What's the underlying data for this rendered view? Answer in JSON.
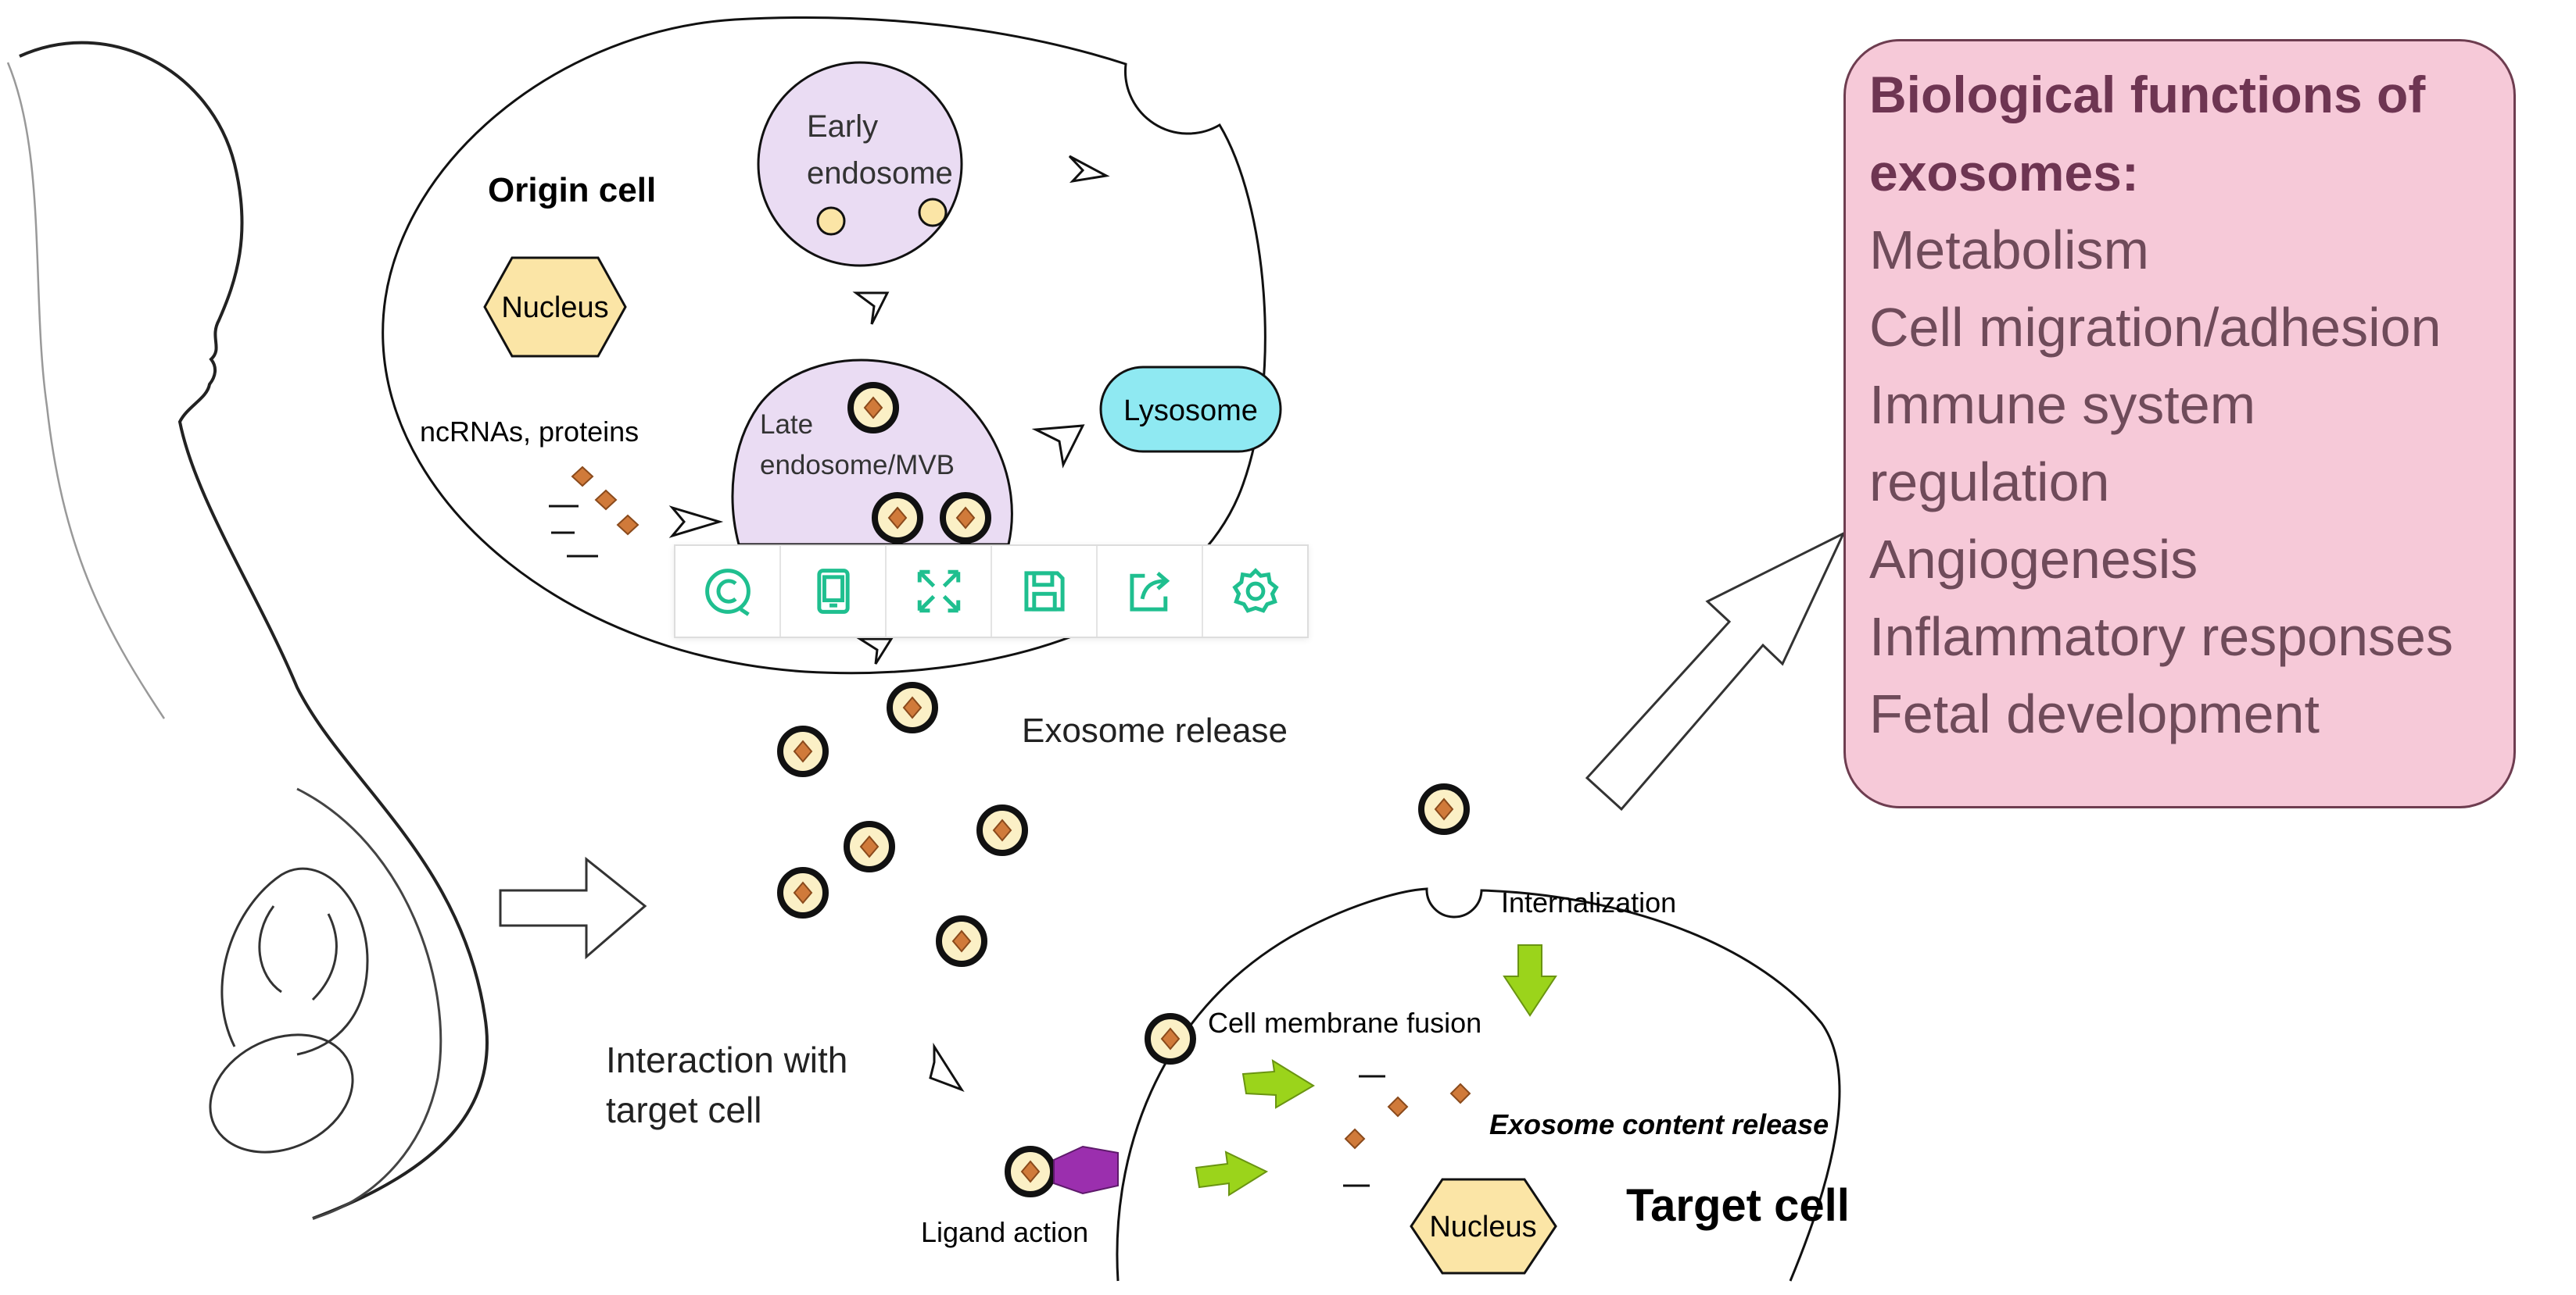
{
  "colors": {
    "toolbar_icon": "#1fbf8f",
    "endosome_fill": "#eadcf3",
    "nucleus_fill": "#fbe5a6",
    "lysosome_fill": "#8fe9f2",
    "functions_bg": "#f6c9d8",
    "functions_text": "#6f4b5a",
    "functions_title": "#6e3552",
    "green_arrow": "#9bd41b",
    "cargo": "#d07a3a",
    "ligand": "#9b2fae"
  },
  "labels": {
    "origin_cell": "Origin cell",
    "early_endosome_line1": "Early",
    "early_endosome_line2": "endosome",
    "nucleus_origin": "Nucleus",
    "ncrnas_proteins": "ncRNAs, proteins",
    "late_endosome_line1": "Late",
    "late_endosome_line2": "endosome/MVB",
    "lysosome": "Lysosome",
    "exosome_release": "Exosome release",
    "internalization": "Internalization",
    "cell_membrane_fusion": "Cell membrane fusion",
    "exosome_content_release": "Exosome content release",
    "interaction_line1": "Interaction with",
    "interaction_line2": "target cell",
    "ligand_action": "Ligand action",
    "nucleus_target": "Nucleus",
    "target_cell": "Target cell"
  },
  "functions": {
    "title_line1": "Biological functions of",
    "title_line2": "exosomes:",
    "items": [
      "Metabolism",
      "Cell migration/adhesion",
      "Immune system",
      "regulation",
      "Angiogenesis",
      "Inflammatory responses",
      "Fetal development"
    ]
  },
  "toolbar": {
    "icons": [
      "copyright-icon",
      "tablet-icon",
      "expand-icon",
      "save-icon",
      "share-icon",
      "settings-icon"
    ]
  }
}
